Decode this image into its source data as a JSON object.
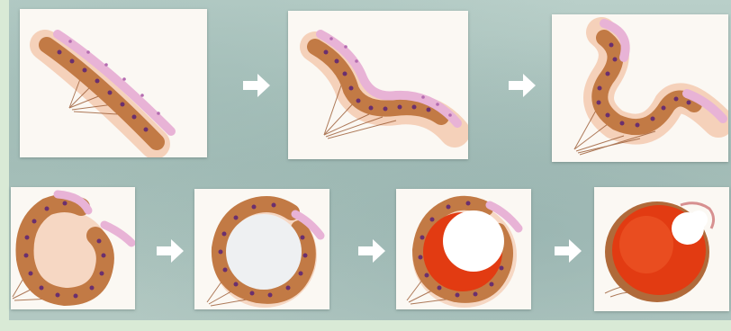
{
  "diagram": {
    "stages": [
      {
        "id": 1,
        "shape": "flat-thickened-epithelium"
      },
      {
        "id": 2,
        "shape": "slight-invagination"
      },
      {
        "id": 3,
        "shape": "deep-invagination"
      },
      {
        "id": 4,
        "shape": "open-vesicle"
      },
      {
        "id": 5,
        "shape": "closing-vesicle"
      },
      {
        "id": 6,
        "shape": "vesicle-with-filling"
      },
      {
        "id": 7,
        "shape": "filled-vesicle"
      }
    ],
    "arrow_icon": "right-arrow-icon",
    "colors": {
      "epithelium": "#e8b3d6",
      "epithelium_nuclei": "#b46bb0",
      "thickened_layer": "#c27a45",
      "nuclei": "#6a2f6e",
      "fibers": "#9a5a32",
      "fill_tissue": "#e23b12",
      "halo": "#f0b08a",
      "panel": "#fbf8f3",
      "background": "#b3c9c3"
    }
  }
}
